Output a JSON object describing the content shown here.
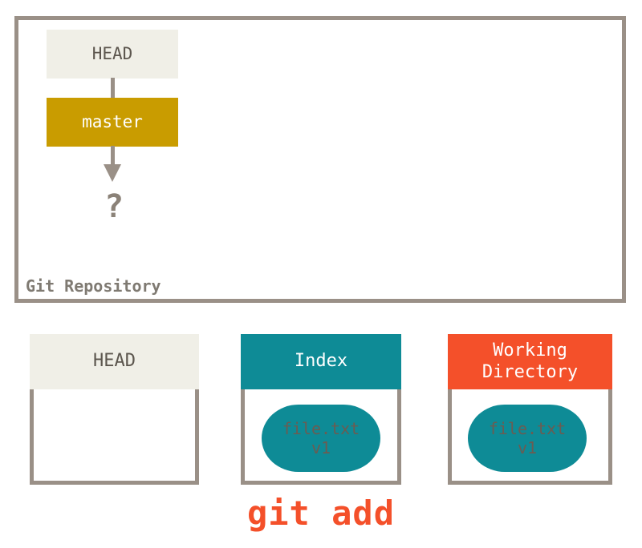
{
  "diagram": {
    "title": "Git staging workflow - git add",
    "repository": {
      "label": "Git Repository",
      "nodes": [
        {
          "id": "head",
          "label": "HEAD",
          "color": "#f0efe7"
        },
        {
          "id": "master",
          "label": "master",
          "color": "#c99c00"
        }
      ],
      "pointer": "?",
      "connector_color": "#9a9087"
    },
    "areas": [
      {
        "id": "head-area",
        "header": "HEAD",
        "header_color": "#f0efe7",
        "header_text_color": "#5c564e",
        "blob": null
      },
      {
        "id": "index-area",
        "header": "Index",
        "header_color": "#0e8b96",
        "header_text_color": "#ffffff",
        "blob": {
          "filename": "file.txt",
          "version": "v1",
          "color": "#0e8b96"
        }
      },
      {
        "id": "working-directory-area",
        "header": "Working\nDirectory",
        "header_color": "#f4502a",
        "header_text_color": "#ffffff",
        "blob": {
          "filename": "file.txt",
          "version": "v1",
          "color": "#0e8b96"
        }
      }
    ],
    "command": "git add",
    "command_color": "#f4502a"
  }
}
